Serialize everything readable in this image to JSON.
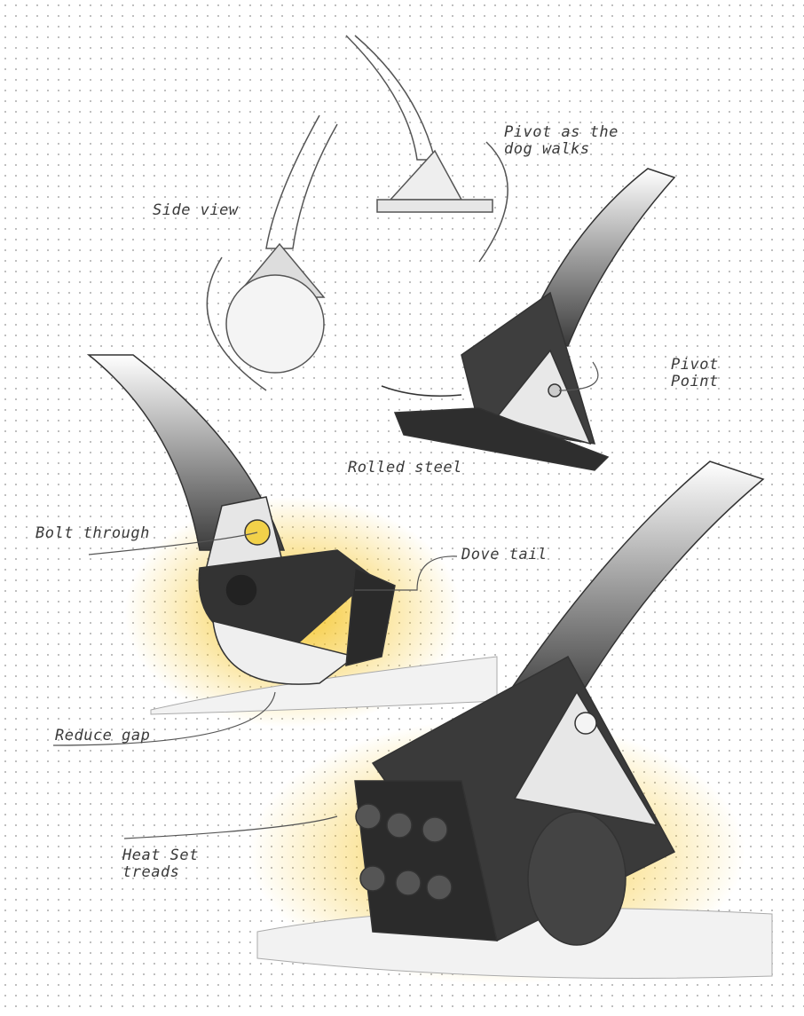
{
  "annotations": {
    "side_view": "Side view",
    "pivot_walk": "Pivot as the\ndog walks",
    "pivot_point": "Pivot\nPoint",
    "rolled_steel": "Rolled steel",
    "bolt_through": "Bolt through",
    "dove_tail": "Dove tail",
    "reduce_gap": "Reduce gap",
    "heat_set_treads": "Heat Set\ntreads"
  },
  "colors": {
    "glow": "#f5c21b",
    "body": "#4a4a4a",
    "line": "#555555"
  }
}
